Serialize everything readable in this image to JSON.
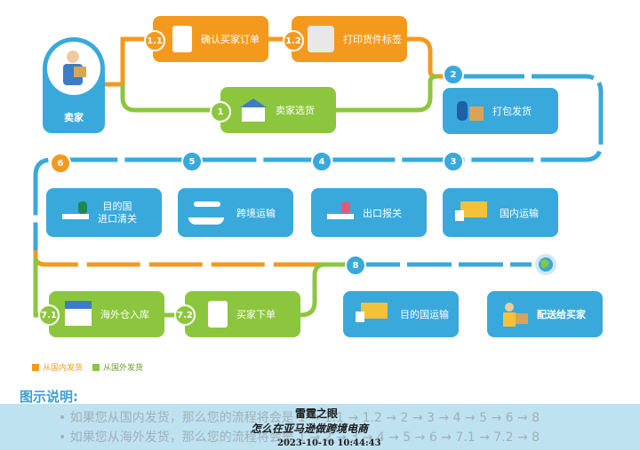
{
  "boxes": {
    "seller": "卖家",
    "confirm_order": "确认买家订单",
    "print_label": "打印货件标签",
    "seller_select": "卖家选货",
    "pack_ship": "打包发货",
    "dest_customs": "目的国\n进口清关",
    "cross_border": "跨境运输",
    "export_customs": "出口报关",
    "domestic_transport": "国内运输",
    "overseas_warehouse": "海外仓入库",
    "buyer_order": "买家下单",
    "dest_transport": "目的国运输",
    "deliver_buyer": "配送给买家"
  },
  "steps": {
    "s1_1": "1.1",
    "s1_2": "1.2",
    "s1": "1",
    "s2": "2",
    "s3": "3",
    "s4": "4",
    "s5": "5",
    "s6": "6",
    "s7_1": "7.1",
    "s7_2": "7.2",
    "s8": "8"
  },
  "legend": {
    "domestic": "从国内发货",
    "overseas": "从国外发货"
  },
  "explanation": {
    "title": "图示说明:",
    "bullet1": "•  如果您从国内发货，那么您的流程将会是 1 → 1.1 → 1.2 → 2 → 3 → 4 → 5 → 6 → 8",
    "bullet2": "•  如果您从海外发货，那么您的流程将会是 1 → 2 → 3 → 4 → 5 → 6 → 7.1 → 7.2 → 8"
  },
  "watermark": {
    "line1": "雷霆之眼",
    "line2": "怎么在亚马逊做跨境电商",
    "line3": "2023-10-10 10:44:43"
  },
  "colors": {
    "orange": "#f39a1e",
    "green": "#8cc63f",
    "blue": "#39a9dc",
    "light_blue_band": "#bfe2f0"
  }
}
